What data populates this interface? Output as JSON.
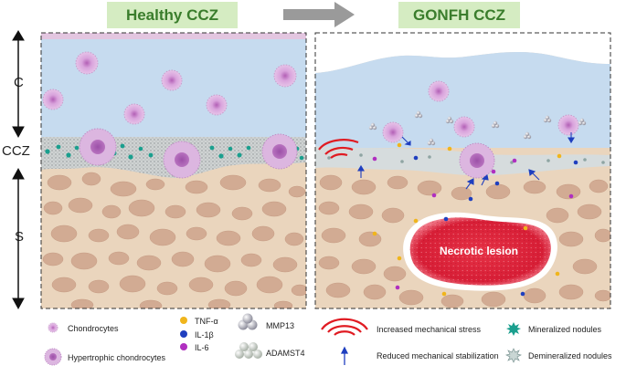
{
  "titles": {
    "healthy": "Healthy CCZ",
    "gonfh": "GONFH CCZ"
  },
  "axis": {
    "c": "C",
    "ccz": "CCZ",
    "s": "S"
  },
  "lesion_label": "Necrotic lesion",
  "legend": {
    "chondrocytes": "Chondrocytes",
    "hypertrophic": "Hypertrophic chondrocytes",
    "tnf": "TNF-α",
    "il1b": "IL-1β",
    "il6": "IL-6",
    "mmp13": "MMP13",
    "adamst4": "ADAMST4",
    "stress": "Increased mechanical stress",
    "stabilization": "Reduced mechanical stabilization",
    "mineralized": "Mineralized nodules",
    "demineralized": "Demineralized nodules"
  },
  "colors": {
    "cartilage": "#c6dbef",
    "bone": "#ead5bd",
    "cell_blob": "#d2ab93",
    "title_bg": "#d5ecc2",
    "title_fg": "#3a7d2c",
    "tnf": "#f0b51c",
    "il1b": "#1f3fbf",
    "il6": "#b02fc0",
    "mineralized": "#1a9f8e",
    "lesion": "#e0203a",
    "stress": "#e01b22"
  }
}
